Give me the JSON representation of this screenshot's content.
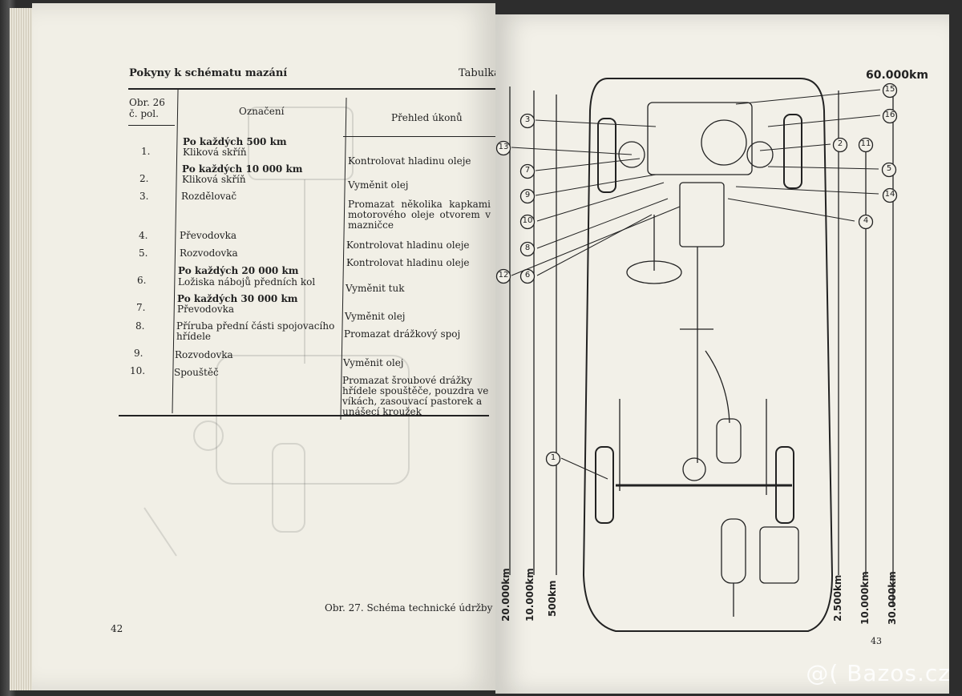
{
  "left_page": {
    "header_title": "Pokyny k schématu mazání",
    "header_right": "Tabulka",
    "col1_header_line1": "Obr. 26",
    "col1_header_line2": "č. pol.",
    "col2_header": "Označení",
    "col3_header": "Přehled úkonů",
    "rows": [
      {
        "num": "1.",
        "bold": "Po každých 500 km",
        "label": "Kliková skříň",
        "action": "Kontrolovat hladinu oleje"
      },
      {
        "num": "2.",
        "bold": "Po každých 10 000 km",
        "label": "Kliková skříň",
        "action": "Vyměnit olej"
      },
      {
        "num": "3.",
        "bold": "",
        "label": "Rozdělovač",
        "action": "Promazat několika kapkami motorového oleje otvorem v mazničce"
      },
      {
        "num": "4.",
        "bold": "",
        "label": "Převodovka",
        "action": "Kontrolovat hladinu oleje"
      },
      {
        "num": "5.",
        "bold": "",
        "label": "Rozvodovka",
        "action": "Kontrolovat hladinu oleje"
      },
      {
        "num": "6.",
        "bold": "Po každých 20 000 km",
        "label": "Ložiska nábojů předních kol",
        "action": "Vyměnit tuk"
      },
      {
        "num": "7.",
        "bold": "Po každých 30 000 km",
        "label": "Převodovka",
        "action": "Vyměnit olej"
      },
      {
        "num": "8.",
        "bold": "",
        "label": "Příruba přední části spojovacího hřídele",
        "action": "Promazat drážkový spoj"
      },
      {
        "num": "9.",
        "bold": "",
        "label": "Rozvodovka",
        "action": "Vyměnit olej"
      },
      {
        "num": "10.",
        "bold": "",
        "label": "Spouštěč",
        "action": "Promazat šroubové drážky hřídele spouštěče, pouzdra ve víkách, zasouvací pastorek a unášecí kroužek"
      }
    ],
    "caption": "Obr. 27. Schéma technické údržby",
    "page_number": "42"
  },
  "right_page": {
    "top_km": "60.000km",
    "bottom_left_km": [
      "20.000km",
      "10.000km",
      "500km"
    ],
    "bottom_right_km": [
      "2.500km",
      "10.000km",
      "30.000km"
    ],
    "callouts": [
      "15",
      "16",
      "3",
      "2",
      "11",
      "13",
      "7",
      "5",
      "9",
      "14",
      "10",
      "4",
      "8",
      "12",
      "6",
      "1"
    ],
    "page_number": "43"
  },
  "watermark": "@( Bazos.cz"
}
